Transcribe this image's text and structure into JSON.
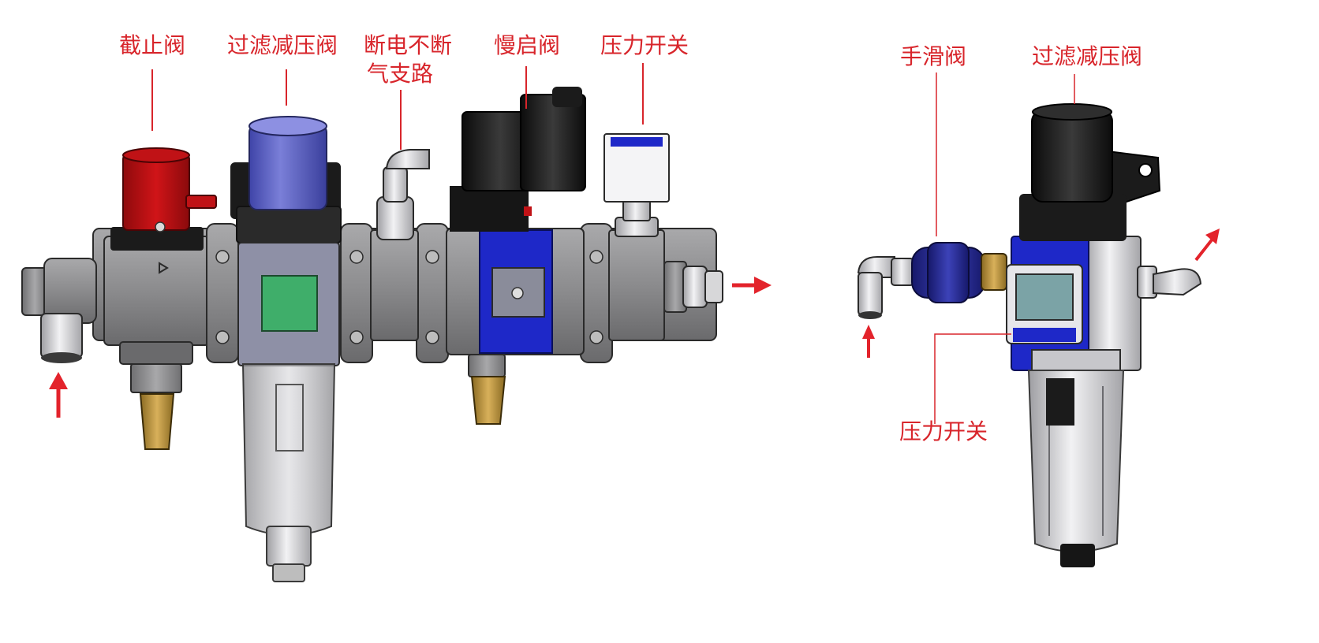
{
  "colors": {
    "label_red": "#d8252b",
    "arrow_red": "#e3232b",
    "valve_red": "#b40f12",
    "filter_blue": "#5a5fc0",
    "module_blue": "#1e28c8",
    "body_grey": "#8a8a8c",
    "brass": "#c59a3e",
    "window_green": "#3fae6a",
    "black_part": "#1a1a1a"
  },
  "labels": {
    "left": {
      "shutoff_valve": "截止阀",
      "filter_regulator": "过滤减压阀",
      "power_loss_line_1": "断电不断",
      "power_loss_line_2": "气支路",
      "soft_start_valve": "慢启阀",
      "pressure_switch": "压力开关"
    },
    "right": {
      "hand_slide_valve": "手滑阀",
      "filter_regulator": "过滤减压阀",
      "pressure_switch": "压力开关"
    }
  },
  "icons": {
    "inlet_left": "arrow-up-icon",
    "outlet_left": "arrow-right-icon",
    "inlet_right": "arrow-up-icon",
    "outlet_right": "arrow-up-right-icon"
  }
}
